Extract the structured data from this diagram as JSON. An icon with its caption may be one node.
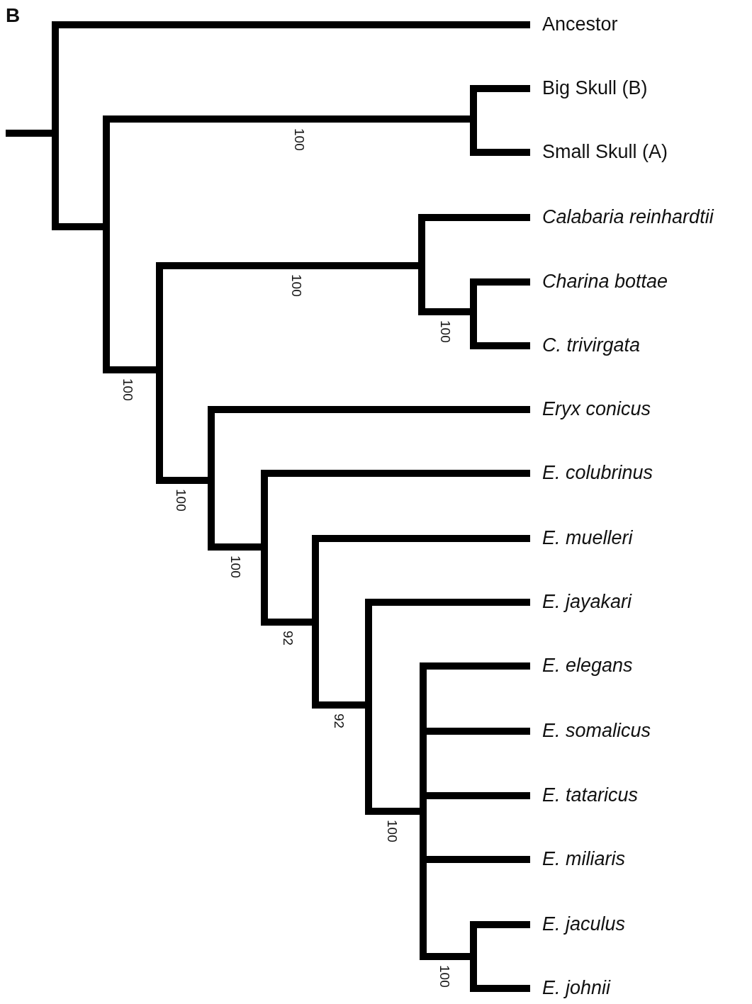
{
  "diagram": {
    "nodes": [
      {
        "text": [],
        "shape": "bar"
      },
      {
        "text": [
          "Ancestor"
        ]
      },
      {
        "text": [],
        "shape": "bar"
      },
      {
        "text": [],
        "shape": "bar"
      },
      {
        "text": [
          "Big Skull (B)"
        ]
      },
      {
        "text": [
          "Small Skull (A)"
        ]
      },
      {
        "text": [],
        "shape": "bar"
      },
      {
        "text": [],
        "shape": "bar"
      },
      {
        "text": [
          "Calabaria reinhardtii"
        ]
      },
      {
        "text": [],
        "shape": "bar"
      },
      {
        "text": [
          "Charina bottae"
        ]
      },
      {
        "text": [
          "C. trivirgata"
        ]
      },
      {
        "text": [],
        "shape": "bar"
      },
      {
        "text": [
          "Eryx conicus"
        ]
      },
      {
        "text": [],
        "shape": "bar"
      },
      {
        "text": [
          "E. colubrinus"
        ]
      },
      {
        "text": [],
        "shape": "bar"
      },
      {
        "text": [
          "E. muelleri"
        ]
      },
      {
        "text": [],
        "shape": "bar"
      },
      {
        "text": [
          "E. jayakari"
        ]
      },
      {
        "text": [],
        "shape": "bar"
      },
      {
        "text": [
          "E. elegans"
        ]
      },
      {
        "text": [
          "E. somalicus"
        ]
      },
      {
        "text": [
          "E. tataricus"
        ]
      },
      {
        "text": [
          "E. miliaris"
        ]
      },
      {
        "text": [],
        "shape": "bar"
      },
      {
        "text": [
          "E. jaculus"
        ]
      },
      {
        "text": [
          "E. johnii"
        ]
      }
    ],
    "edges": [
      {
        "from": null,
        "to": 0,
        "arrow": "none"
      },
      {
        "from": 0,
        "to": 1,
        "arrow": "none"
      },
      {
        "from": 0,
        "to": 2,
        "arrow": "none"
      },
      {
        "from": 2,
        "to": 3,
        "arrow": "none",
        "label": "100"
      },
      {
        "from": 2,
        "to": 6,
        "arrow": "none",
        "label": "100"
      },
      {
        "from": 3,
        "to": 4,
        "arrow": "none"
      },
      {
        "from": 3,
        "to": 5,
        "arrow": "none"
      },
      {
        "from": 6,
        "to": 7,
        "arrow": "none",
        "label": "100"
      },
      {
        "from": 6,
        "to": 12,
        "arrow": "none",
        "label": "100"
      },
      {
        "from": 7,
        "to": 8,
        "arrow": "none"
      },
      {
        "from": 7,
        "to": 9,
        "arrow": "none",
        "label": "100"
      },
      {
        "from": 9,
        "to": 10,
        "arrow": "none"
      },
      {
        "from": 9,
        "to": 11,
        "arrow": "none"
      },
      {
        "from": 12,
        "to": 13,
        "arrow": "none"
      },
      {
        "from": 12,
        "to": 14,
        "arrow": "none",
        "label": "100"
      },
      {
        "from": 14,
        "to": 15,
        "arrow": "none"
      },
      {
        "from": 14,
        "to": 16,
        "arrow": "none",
        "label": "92"
      },
      {
        "from": 16,
        "to": 17,
        "arrow": "none"
      },
      {
        "from": 16,
        "to": 18,
        "arrow": "none",
        "label": "92"
      },
      {
        "from": 18,
        "to": 19,
        "arrow": "none"
      },
      {
        "from": 18,
        "to": 20,
        "arrow": "none",
        "label": "100"
      },
      {
        "from": 20,
        "to": 21,
        "arrow": "none"
      },
      {
        "from": 20,
        "to": 22,
        "arrow": "none"
      },
      {
        "from": 20,
        "to": 23,
        "arrow": "none"
      },
      {
        "from": 20,
        "to": 24,
        "arrow": "none"
      },
      {
        "from": 20,
        "to": 25,
        "arrow": "none",
        "label": "100"
      },
      {
        "from": 25,
        "to": 26,
        "arrow": "none"
      },
      {
        "from": 25,
        "to": 27,
        "arrow": "none"
      }
    ],
    "labels": [
      "B"
    ]
  }
}
